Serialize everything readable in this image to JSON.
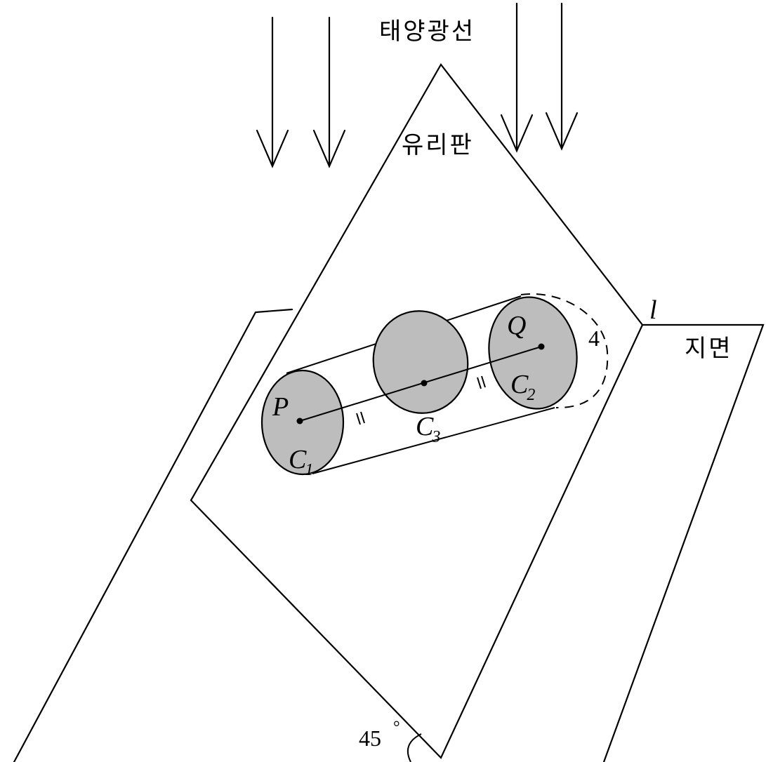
{
  "labels": {
    "sunlight": "태양광선",
    "glass": "유리판",
    "ground": "지면",
    "line_l": "l",
    "point_p": "P",
    "point_q": "Q",
    "c1": "C",
    "c1_sub": "1",
    "c2": "C",
    "c2_sub": "2",
    "c3": "C",
    "c3_sub": "3",
    "radius": "4",
    "angle": "45",
    "degree": "°"
  },
  "colors": {
    "disk_fill": "#bdbdbd",
    "stroke": "#000000"
  }
}
